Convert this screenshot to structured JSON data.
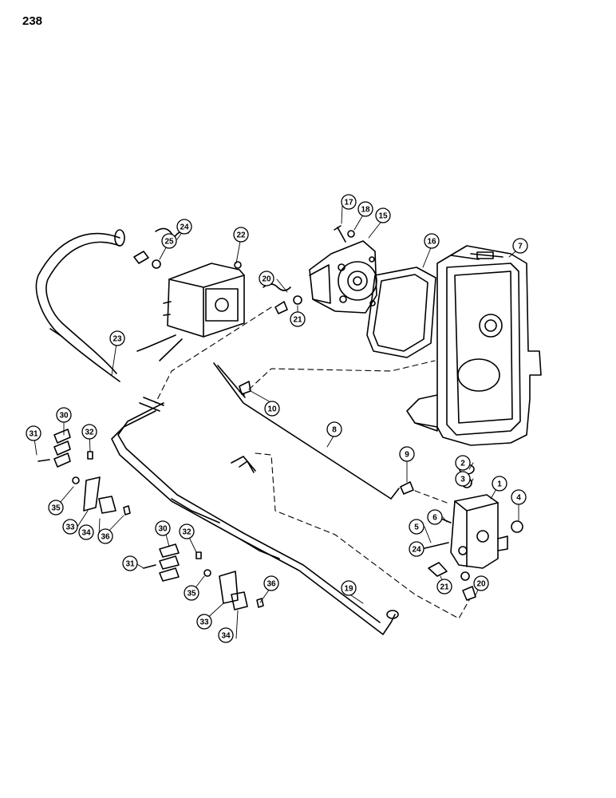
{
  "page_number": "238",
  "callouts": {
    "c1": "1",
    "c2": "2",
    "c3": "3",
    "c4": "4",
    "c5": "5",
    "c6": "6",
    "c7": "7",
    "c8": "8",
    "c9": "9",
    "c10": "10",
    "c15": "15",
    "c16": "16",
    "c17": "17",
    "c18": "18",
    "c19": "19",
    "c20a": "20",
    "c20b": "20",
    "c21a": "21",
    "c21b": "21",
    "c22": "22",
    "c23": "23",
    "c24a": "24",
    "c24b": "24",
    "c25": "25",
    "c30a": "30",
    "c30b": "30",
    "c31a": "31",
    "c31b": "31",
    "c32a": "32",
    "c32b": "32",
    "c33a": "33",
    "c33b": "33",
    "c34a": "34",
    "c34b": "34",
    "c35a": "35",
    "c35b": "35",
    "c36a": "36",
    "c36b": "36"
  },
  "colors": {
    "ink": "#000000",
    "paper": "#ffffff"
  }
}
